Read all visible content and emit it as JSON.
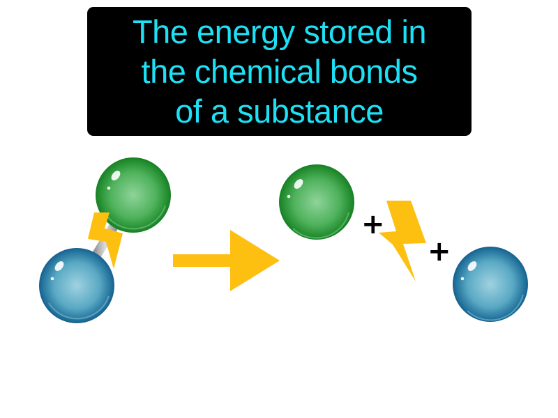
{
  "title": {
    "lines": [
      "The energy stored in",
      "the chemical bonds",
      "of a substance"
    ],
    "text_color": "#1ee0f5",
    "background": "#000000"
  },
  "diagram": {
    "reactant": {
      "atoms": [
        {
          "name": "green-atom",
          "color": "#2a9a3a"
        },
        {
          "name": "blue-atom",
          "color": "#1f6f9a"
        }
      ],
      "bond": "bond-with-energy-bolt"
    },
    "arrow": {
      "direction": "right",
      "color": "#fdbf10"
    },
    "products": [
      {
        "type": "atom",
        "name": "green-atom"
      },
      {
        "type": "operator",
        "symbol": "+"
      },
      {
        "type": "energy",
        "name": "lightning-bolt"
      },
      {
        "type": "operator",
        "symbol": "+"
      },
      {
        "type": "atom",
        "name": "blue-atom"
      }
    ],
    "plus_symbols": [
      "+",
      "+"
    ],
    "colors": {
      "energy": "#fdbf10",
      "green_atom": "#2a9a3a",
      "blue_atom": "#1f6f9a"
    }
  }
}
